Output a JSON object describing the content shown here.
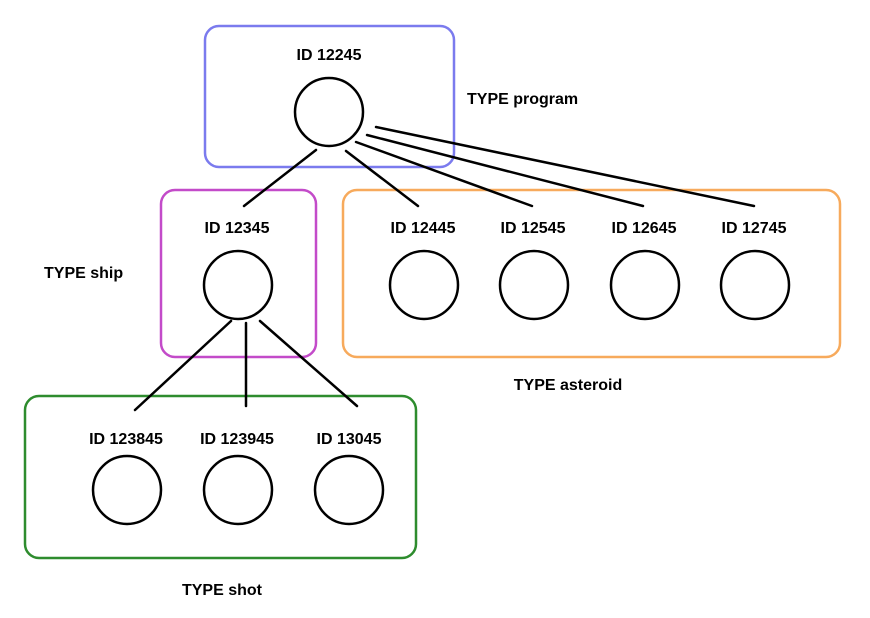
{
  "colors": {
    "program": "#7b7bee",
    "ship": "#c34bc9",
    "asteroid": "#f7aa5c",
    "shot": "#2e8c2e"
  },
  "groups": {
    "program": {
      "type_label": "TYPE program"
    },
    "ship": {
      "type_label": "TYPE ship"
    },
    "asteroid": {
      "type_label": "TYPE asteroid"
    },
    "shot": {
      "type_label": "TYPE shot"
    }
  },
  "nodes": {
    "n12245": {
      "label": "ID 12245"
    },
    "n12345": {
      "label": "ID 12345"
    },
    "n12445": {
      "label": "ID 12445"
    },
    "n12545": {
      "label": "ID 12545"
    },
    "n12645": {
      "label": "ID 12645"
    },
    "n12745": {
      "label": "ID 12745"
    },
    "n123845": {
      "label": "ID 123845"
    },
    "n123945": {
      "label": "ID 123945"
    },
    "n13045": {
      "label": "ID 13045"
    }
  }
}
